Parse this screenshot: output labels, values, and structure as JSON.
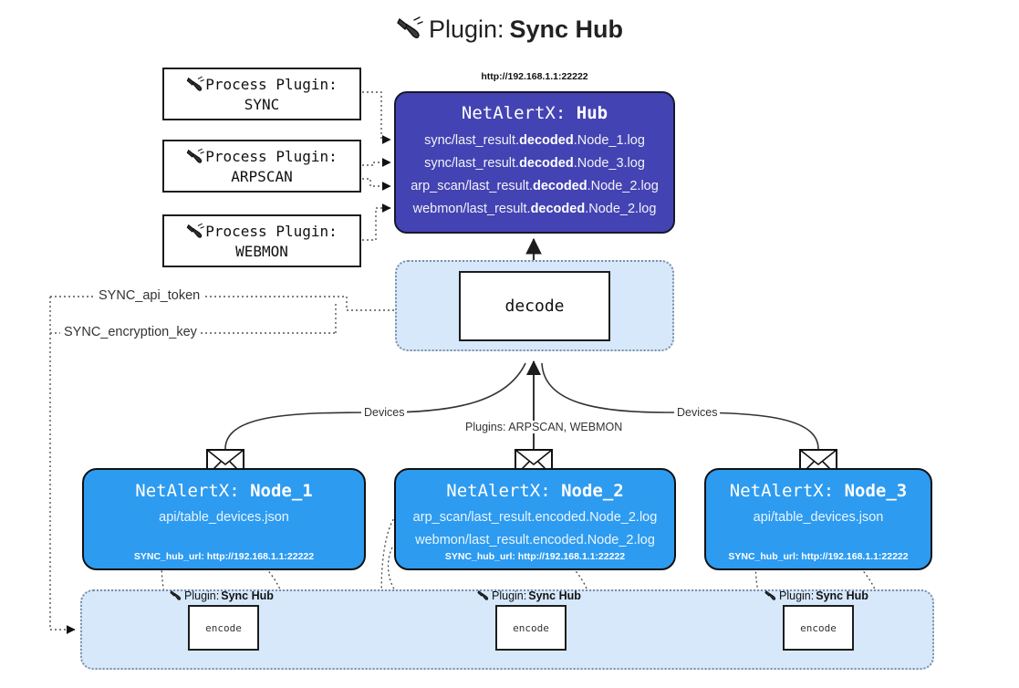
{
  "title": {
    "icon": "plug-icon",
    "prefix": "Plugin:",
    "name": "Sync Hub"
  },
  "hub": {
    "url": "http://192.168.1.1:22222",
    "title_prefix": "NetAlertX:",
    "title_name": "Hub",
    "lines": [
      {
        "pre": "sync/last_result.",
        "bold": "decoded",
        "post": ".Node_1.log"
      },
      {
        "pre": "sync/last_result.",
        "bold": "decoded",
        "post": ".Node_3.log"
      },
      {
        "pre": "arp_scan/last_result.",
        "bold": "decoded",
        "post": ".Node_2.log"
      },
      {
        "pre": "webmon/last_result.",
        "bold": "decoded",
        "post": ".Node_2.log"
      }
    ]
  },
  "process_plugins": [
    {
      "label": "Process Plugin:",
      "name": "SYNC"
    },
    {
      "label": "Process Plugin:",
      "name": "ARPSCAN"
    },
    {
      "label": "Process Plugin:",
      "name": "WEBMON"
    }
  ],
  "tokens": {
    "api_token": "SYNC_api_token",
    "encryption_key": "SYNC_encryption_key"
  },
  "decode": {
    "label": "decode"
  },
  "edge_labels": {
    "devices_left": "Devices",
    "devices_right": "Devices",
    "plugins_center": "Plugins: ARPSCAN, WEBMON"
  },
  "nodes": [
    {
      "title_prefix": "NetAlertX:",
      "title_name": "Node_1",
      "lines": [
        "api/table_devices.json"
      ],
      "hub_url": "SYNC_hub_url: http://192.168.1.1:22222"
    },
    {
      "title_prefix": "NetAlertX:",
      "title_name": "Node_2",
      "lines": [
        "arp_scan/last_result.encoded.Node_2.log",
        "webmon/last_result.encoded.Node_2.log"
      ],
      "hub_url": "SYNC_hub_url: http://192.168.1.1:22222"
    },
    {
      "title_prefix": "NetAlertX:",
      "title_name": "Node_3",
      "lines": [
        "api/table_devices.json"
      ],
      "hub_url": "SYNC_hub_url: http://192.168.1.1:22222"
    }
  ],
  "encoders": [
    {
      "plugin_prefix": "Plugin:",
      "plugin_name": "Sync Hub",
      "box_label": "encode"
    },
    {
      "plugin_prefix": "Plugin:",
      "plugin_name": "Sync Hub",
      "box_label": "encode"
    },
    {
      "plugin_prefix": "Plugin:",
      "plugin_name": "Sync Hub",
      "box_label": "encode"
    }
  ],
  "colors": {
    "hub_fill": "#4343b3",
    "node_fill": "#2d9bf0",
    "band_fill": "#d6e8fa",
    "stroke": "#1d1d1d"
  }
}
